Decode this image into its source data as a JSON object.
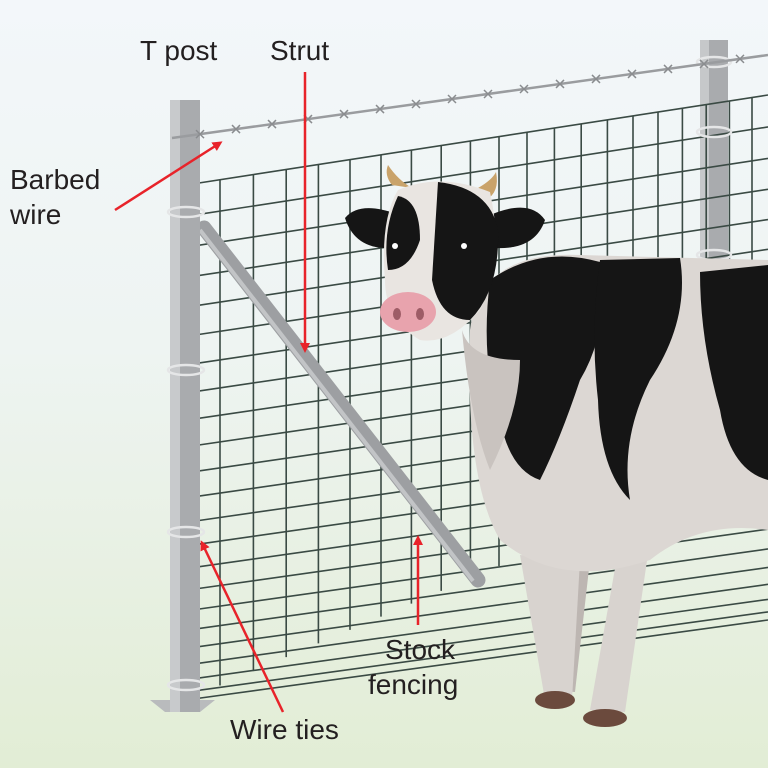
{
  "labels": {
    "t_post": "T post",
    "strut": "Strut",
    "barbed_wire_1": "Barbed",
    "barbed_wire_2": "wire",
    "stock_fencing_1": "Stock",
    "stock_fencing_2": "fencing",
    "wire_ties": "Wire ties"
  },
  "colors": {
    "arrow": "#e8232a",
    "post": "#a9abae",
    "mesh": "#3a4a44",
    "sky_top": "#f1f6f9",
    "ground": "#e3eed7"
  }
}
